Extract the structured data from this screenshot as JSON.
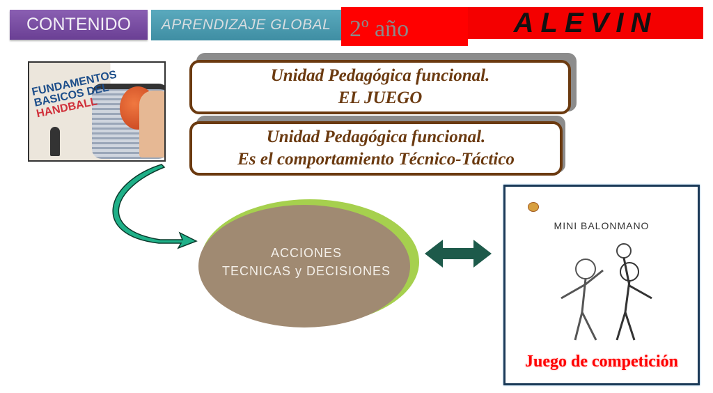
{
  "header": {
    "contenido": "CONTENIDO",
    "aprendizaje": "APRENDIZAJE GLOBAL",
    "anio": "2º año",
    "categoria": "ALEVIN"
  },
  "units": [
    {
      "line1": "Unidad Pedagógica funcional.",
      "line2": "EL JUEGO"
    },
    {
      "line1": "Unidad  Pedagógica funcional.",
      "line2": "Es el comportamiento Técnico-Táctico"
    }
  ],
  "book_image": {
    "line1": "FUNDAMENTOS",
    "line2": "BASICOS DEL",
    "line3": "HANDBALL"
  },
  "center": {
    "line1": "ACCIONES",
    "line2": "TECNICAS y DECISIONES"
  },
  "card": {
    "title": "MINI BALONMANO",
    "caption": "Juego de competición"
  },
  "colors": {
    "purple": "#7a4fa0",
    "teal": "#4a9bb0",
    "red": "#ff0000",
    "brown": "#6b3a10",
    "ellipse": "#a08a72",
    "arrow": "#1d5a4a"
  }
}
